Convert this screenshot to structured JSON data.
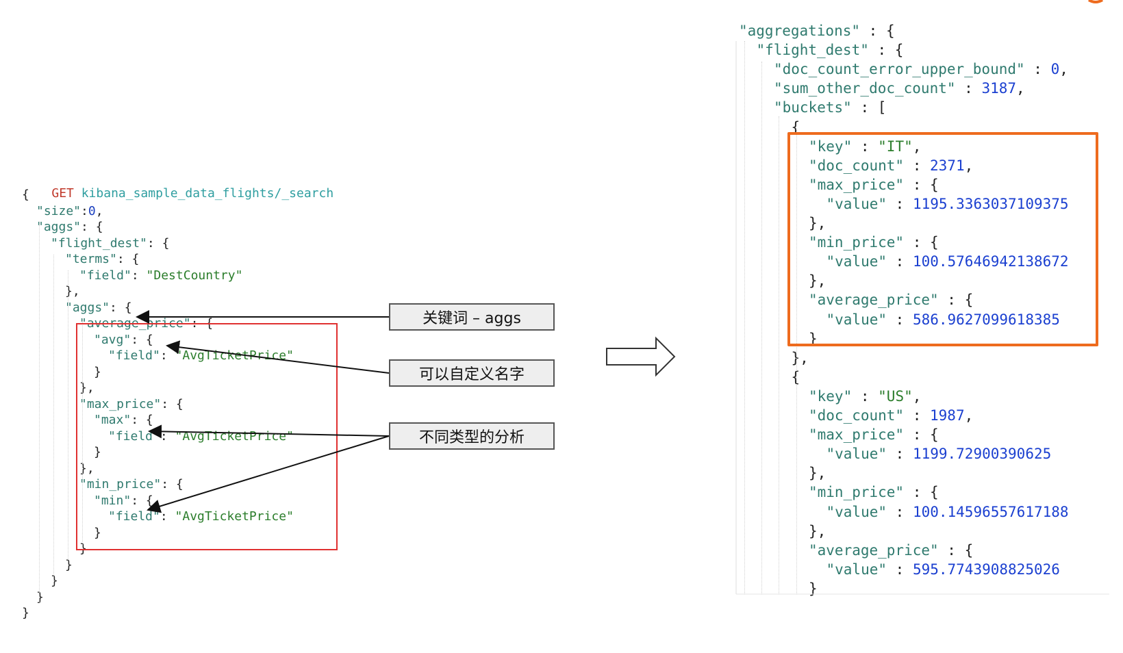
{
  "request": {
    "method": "GET",
    "url": "kibana_sample_data_flights/_search",
    "lines": [
      {
        "indent": 0,
        "parts": [
          [
            "p",
            "{"
          ]
        ]
      },
      {
        "indent": 1,
        "parts": [
          [
            "k",
            "\"size\""
          ],
          [
            "p",
            ":"
          ],
          [
            "n",
            "0"
          ],
          [
            "p",
            ","
          ]
        ]
      },
      {
        "indent": 1,
        "parts": [
          [
            "k",
            "\"aggs\""
          ],
          [
            "p",
            ": {"
          ]
        ]
      },
      {
        "indent": 2,
        "parts": [
          [
            "k",
            "\"flight_dest\""
          ],
          [
            "p",
            ": {"
          ]
        ]
      },
      {
        "indent": 3,
        "parts": [
          [
            "k",
            "\"terms\""
          ],
          [
            "p",
            ": {"
          ]
        ]
      },
      {
        "indent": 4,
        "parts": [
          [
            "k",
            "\"field\""
          ],
          [
            "p",
            ": "
          ],
          [
            "s",
            "\"DestCountry\""
          ]
        ]
      },
      {
        "indent": 3,
        "parts": [
          [
            "p",
            "},"
          ]
        ]
      },
      {
        "indent": 3,
        "parts": [
          [
            "k",
            "\"aggs\""
          ],
          [
            "p",
            ": {"
          ]
        ]
      },
      {
        "indent": 4,
        "parts": [
          [
            "k",
            "\"average_price\""
          ],
          [
            "p",
            ": {"
          ]
        ]
      },
      {
        "indent": 5,
        "parts": [
          [
            "k",
            "\"avg\""
          ],
          [
            "p",
            ": {"
          ]
        ]
      },
      {
        "indent": 6,
        "parts": [
          [
            "k",
            "\"field\""
          ],
          [
            "p",
            ": "
          ],
          [
            "s",
            "\"AvgTicketPrice\""
          ]
        ]
      },
      {
        "indent": 5,
        "parts": [
          [
            "p",
            "}"
          ]
        ]
      },
      {
        "indent": 4,
        "parts": [
          [
            "p",
            "},"
          ]
        ]
      },
      {
        "indent": 4,
        "parts": [
          [
            "k",
            "\"max_price\""
          ],
          [
            "p",
            ": {"
          ]
        ]
      },
      {
        "indent": 5,
        "parts": [
          [
            "k",
            "\"max\""
          ],
          [
            "p",
            ": {"
          ]
        ]
      },
      {
        "indent": 6,
        "parts": [
          [
            "k",
            "\"field\""
          ],
          [
            "p",
            ": "
          ],
          [
            "s",
            "\"AvgTicketPrice\""
          ]
        ]
      },
      {
        "indent": 5,
        "parts": [
          [
            "p",
            "}"
          ]
        ]
      },
      {
        "indent": 4,
        "parts": [
          [
            "p",
            "},"
          ]
        ]
      },
      {
        "indent": 4,
        "parts": [
          [
            "k",
            "\"min_price\""
          ],
          [
            "p",
            ": {"
          ]
        ]
      },
      {
        "indent": 5,
        "parts": [
          [
            "k",
            "\"min\""
          ],
          [
            "p",
            ": {"
          ]
        ]
      },
      {
        "indent": 6,
        "parts": [
          [
            "k",
            "\"field\""
          ],
          [
            "p",
            ": "
          ],
          [
            "s",
            "\"AvgTicketPrice\""
          ]
        ]
      },
      {
        "indent": 5,
        "parts": [
          [
            "p",
            "}"
          ]
        ]
      },
      {
        "indent": 4,
        "parts": [
          [
            "p",
            "}"
          ]
        ]
      },
      {
        "indent": 3,
        "parts": [
          [
            "p",
            "}"
          ]
        ]
      },
      {
        "indent": 2,
        "parts": [
          [
            "p",
            "}"
          ]
        ]
      },
      {
        "indent": 1,
        "parts": [
          [
            "p",
            "}"
          ]
        ]
      },
      {
        "indent": 0,
        "parts": [
          [
            "p",
            "}"
          ]
        ]
      }
    ]
  },
  "labels": {
    "keyword": "关键词 – aggs",
    "custom_name": "可以自定义名字",
    "analysis_types": "不同类型的分析"
  },
  "response": {
    "lines": [
      {
        "indent": 0,
        "parts": [
          [
            "k",
            "\"aggregations\""
          ],
          [
            "p",
            " : {"
          ]
        ]
      },
      {
        "indent": 1,
        "parts": [
          [
            "k",
            "\"flight_dest\""
          ],
          [
            "p",
            " : {"
          ]
        ]
      },
      {
        "indent": 2,
        "parts": [
          [
            "k",
            "\"doc_count_error_upper_bound\""
          ],
          [
            "p",
            " : "
          ],
          [
            "n",
            "0"
          ],
          [
            "p",
            ","
          ]
        ]
      },
      {
        "indent": 2,
        "parts": [
          [
            "k",
            "\"sum_other_doc_count\""
          ],
          [
            "p",
            " : "
          ],
          [
            "n",
            "3187"
          ],
          [
            "p",
            ","
          ]
        ]
      },
      {
        "indent": 2,
        "parts": [
          [
            "k",
            "\"buckets\""
          ],
          [
            "p",
            " : ["
          ]
        ]
      },
      {
        "indent": 3,
        "parts": [
          [
            "p",
            "{"
          ]
        ]
      },
      {
        "indent": 4,
        "parts": [
          [
            "k",
            "\"key\""
          ],
          [
            "p",
            " : "
          ],
          [
            "s",
            "\"IT\""
          ],
          [
            "p",
            ","
          ]
        ]
      },
      {
        "indent": 4,
        "parts": [
          [
            "k",
            "\"doc_count\""
          ],
          [
            "p",
            " : "
          ],
          [
            "n",
            "2371"
          ],
          [
            "p",
            ","
          ]
        ]
      },
      {
        "indent": 4,
        "parts": [
          [
            "k",
            "\"max_price\""
          ],
          [
            "p",
            " : {"
          ]
        ]
      },
      {
        "indent": 5,
        "parts": [
          [
            "k",
            "\"value\""
          ],
          [
            "p",
            " : "
          ],
          [
            "n",
            "1195.3363037109375"
          ]
        ]
      },
      {
        "indent": 4,
        "parts": [
          [
            "p",
            "},"
          ]
        ]
      },
      {
        "indent": 4,
        "parts": [
          [
            "k",
            "\"min_price\""
          ],
          [
            "p",
            " : {"
          ]
        ]
      },
      {
        "indent": 5,
        "parts": [
          [
            "k",
            "\"value\""
          ],
          [
            "p",
            " : "
          ],
          [
            "n",
            "100.57646942138672"
          ]
        ]
      },
      {
        "indent": 4,
        "parts": [
          [
            "p",
            "},"
          ]
        ]
      },
      {
        "indent": 4,
        "parts": [
          [
            "k",
            "\"average_price\""
          ],
          [
            "p",
            " : {"
          ]
        ]
      },
      {
        "indent": 5,
        "parts": [
          [
            "k",
            "\"value\""
          ],
          [
            "p",
            " : "
          ],
          [
            "n",
            "586.9627099618385"
          ]
        ]
      },
      {
        "indent": 4,
        "parts": [
          [
            "p",
            "}"
          ]
        ]
      },
      {
        "indent": 3,
        "parts": [
          [
            "p",
            "},"
          ]
        ]
      },
      {
        "indent": 3,
        "parts": [
          [
            "p",
            "{"
          ]
        ]
      },
      {
        "indent": 4,
        "parts": [
          [
            "k",
            "\"key\""
          ],
          [
            "p",
            " : "
          ],
          [
            "s",
            "\"US\""
          ],
          [
            "p",
            ","
          ]
        ]
      },
      {
        "indent": 4,
        "parts": [
          [
            "k",
            "\"doc_count\""
          ],
          [
            "p",
            " : "
          ],
          [
            "n",
            "1987"
          ],
          [
            "p",
            ","
          ]
        ]
      },
      {
        "indent": 4,
        "parts": [
          [
            "k",
            "\"max_price\""
          ],
          [
            "p",
            " : {"
          ]
        ]
      },
      {
        "indent": 5,
        "parts": [
          [
            "k",
            "\"value\""
          ],
          [
            "p",
            " : "
          ],
          [
            "n",
            "1199.72900390625"
          ]
        ]
      },
      {
        "indent": 4,
        "parts": [
          [
            "p",
            "},"
          ]
        ]
      },
      {
        "indent": 4,
        "parts": [
          [
            "k",
            "\"min_price\""
          ],
          [
            "p",
            " : {"
          ]
        ]
      },
      {
        "indent": 5,
        "parts": [
          [
            "k",
            "\"value\""
          ],
          [
            "p",
            " : "
          ],
          [
            "n",
            "100.14596557617188"
          ]
        ]
      },
      {
        "indent": 4,
        "parts": [
          [
            "p",
            "},"
          ]
        ]
      },
      {
        "indent": 4,
        "parts": [
          [
            "k",
            "\"average_price\""
          ],
          [
            "p",
            " : {"
          ]
        ]
      },
      {
        "indent": 5,
        "parts": [
          [
            "k",
            "\"value\""
          ],
          [
            "p",
            " : "
          ],
          [
            "n",
            "595.7743908825026"
          ]
        ]
      },
      {
        "indent": 4,
        "parts": [
          [
            "p",
            "}"
          ]
        ]
      }
    ]
  },
  "colors": {
    "highlight_red": "#e03030",
    "highlight_orange": "#ee6b1e"
  }
}
